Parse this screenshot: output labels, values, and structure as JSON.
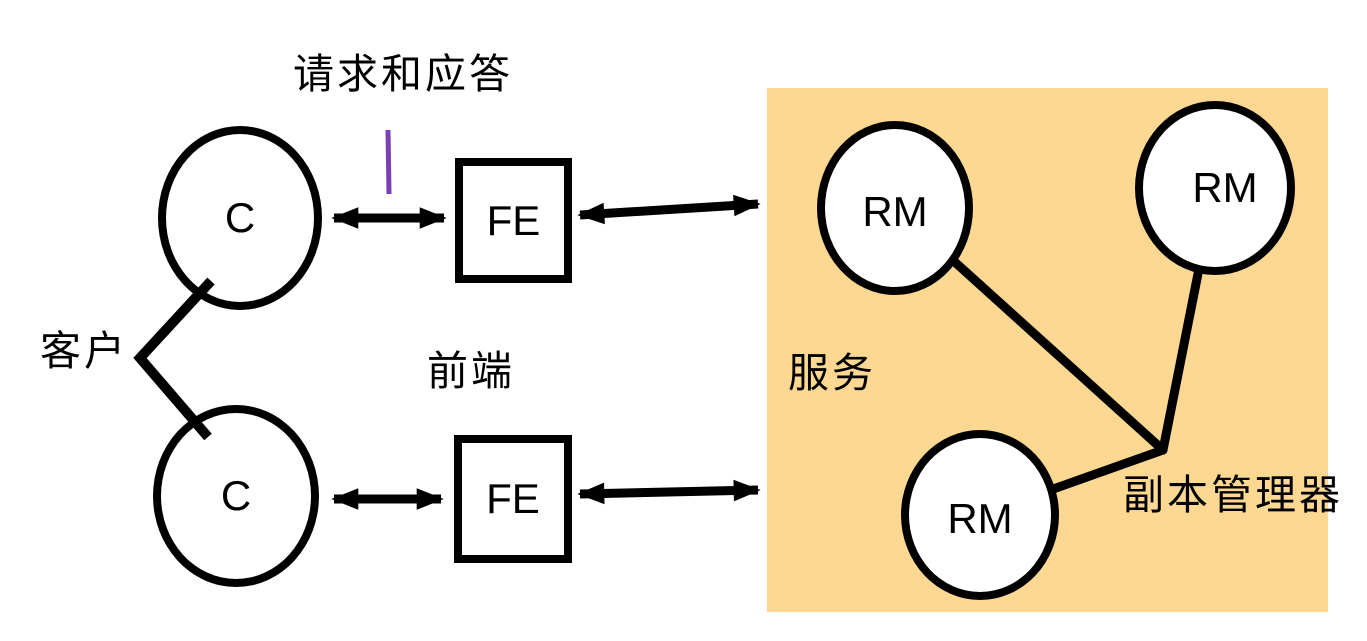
{
  "diagram": {
    "title_labels": {
      "request_reply": "请求和应答",
      "clients": "客户",
      "front_ends": "前端",
      "service": "服务",
      "replica_managers": "副本管理器"
    },
    "nodes": {
      "client1": "C",
      "client2": "C",
      "fe1": "FE",
      "fe2": "FE",
      "rm1": "RM",
      "rm2": "RM",
      "rm3": "RM"
    },
    "colors": {
      "service_region_fill": "#FDD892",
      "annotation_tick": "#7D3EB4",
      "line_color": "#000000"
    }
  }
}
